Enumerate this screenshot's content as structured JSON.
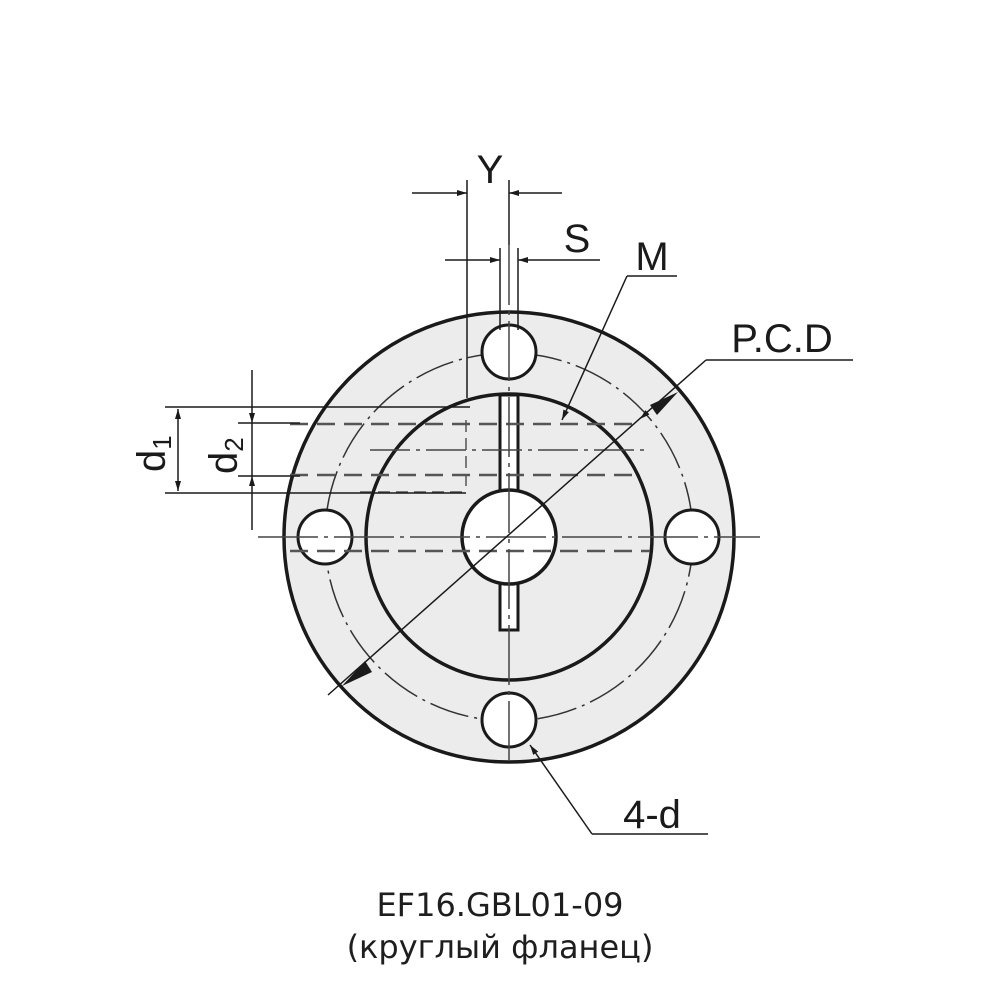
{
  "drawing": {
    "type": "technical drawing - round flange front view",
    "colors": {
      "fill": "#ececec",
      "line": "#1a1a1a",
      "thin_line": "#333333",
      "background": "#ffffff"
    },
    "labels": {
      "y": "Y",
      "s": "S",
      "m": "M",
      "pcd": "P.C.D",
      "d1": "d1",
      "d1_main": "d",
      "d1_sub": "1",
      "d2": "d2",
      "d2_main": "d",
      "d2_sub": "2",
      "holes": "4-d"
    }
  },
  "caption": {
    "line1": "EF16.GBL01-09",
    "line2": "(круглый фланец)"
  }
}
